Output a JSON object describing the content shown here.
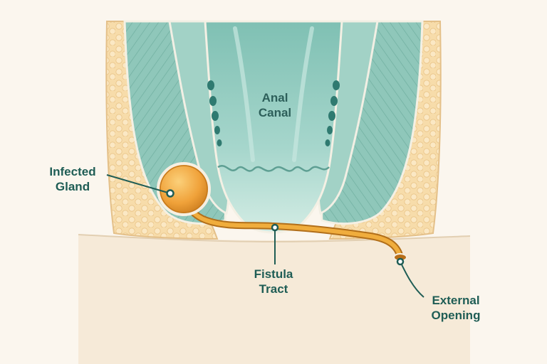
{
  "labels": {
    "anal_canal": [
      "Anal",
      "Canal"
    ],
    "infected_gland": [
      "Infected",
      "Gland"
    ],
    "fistula_tract": [
      "Fistula",
      "Tract"
    ],
    "external_opening": [
      "External",
      "Opening"
    ]
  },
  "colors": {
    "background": "#fbf6ee",
    "fat_tissue": "#f7dfb0",
    "muscle": "#8cc3b7",
    "mucosa": "#b9ded6",
    "canal": "#a9d8cf",
    "tract": "#e8a32d",
    "gland": "#f0a83a",
    "label_text": "#1f5d55"
  }
}
